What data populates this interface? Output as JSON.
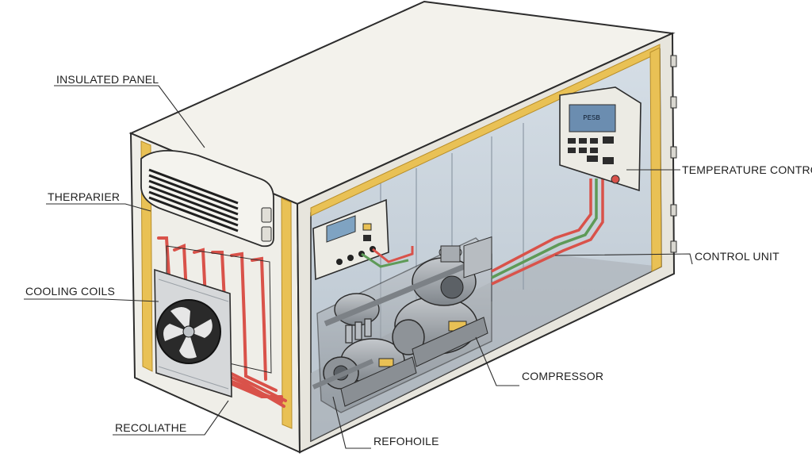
{
  "diagram": {
    "callouts": {
      "insulated_panel": "INSULATED PANEL",
      "therparier": "THERPARIER",
      "cooling_coils": "COOLING COILS",
      "recoliathe": "RECOLIATHE",
      "refohoile": "REFOHOILE",
      "compressor": "COMPRESSOR",
      "control_unit": "CONTROL UNIT",
      "temperature_control_unit": "TEMPERATURE CONTROL UNIT"
    },
    "display_text": "PESB"
  },
  "colors": {
    "shell": "#efeee8",
    "interior": "#c9d3dc",
    "insulation": "#e9c155",
    "pipe_red": "#d9524a",
    "pipe_green": "#5e9a57",
    "machine": "#9ea3a8",
    "outline": "#2c2c2c"
  }
}
